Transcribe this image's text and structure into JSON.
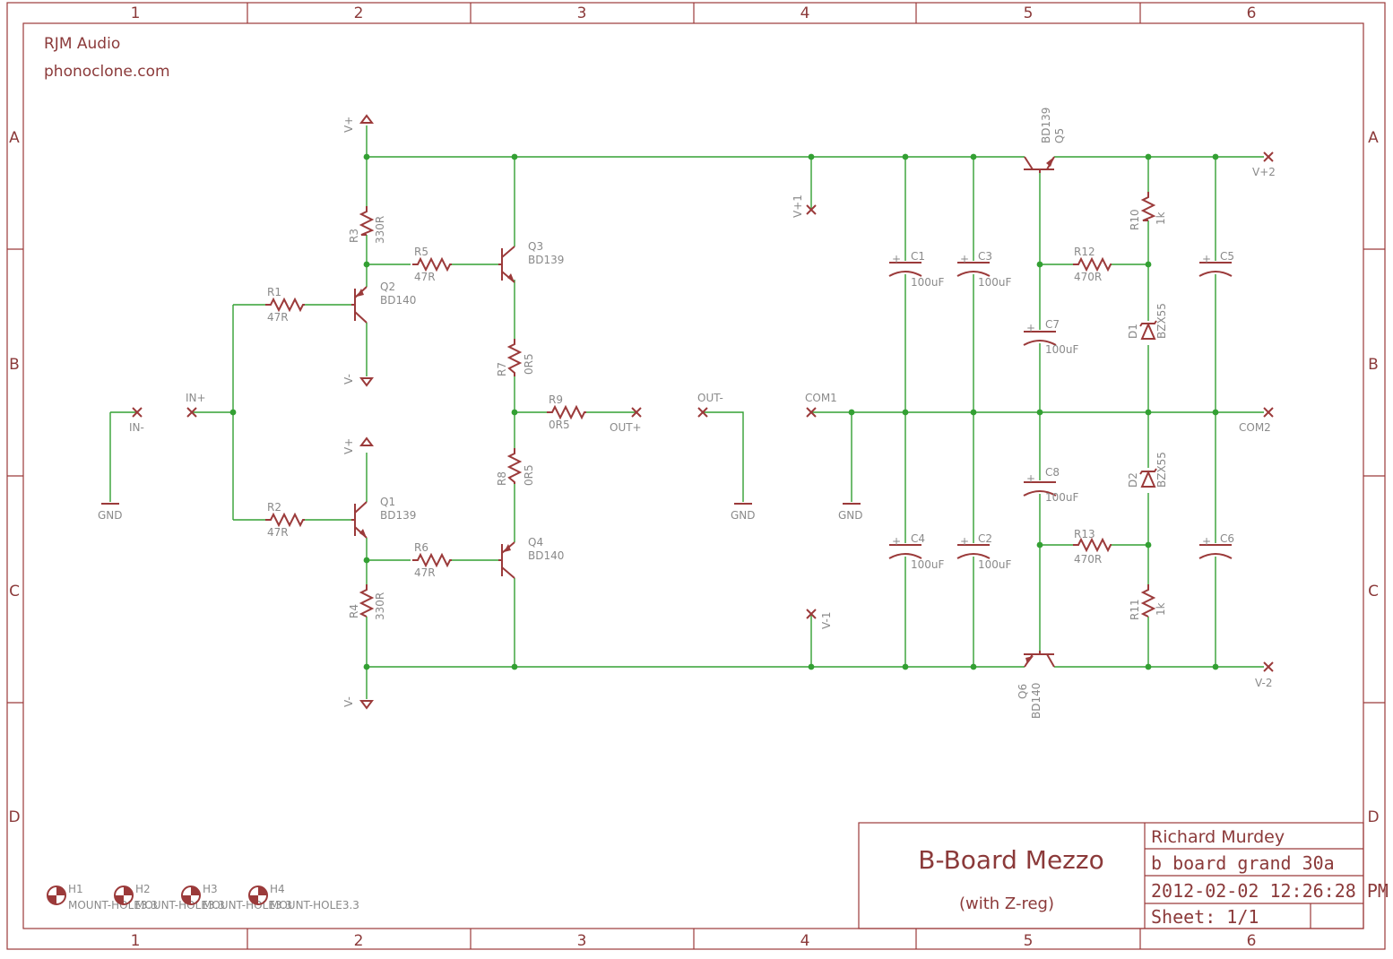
{
  "header": {
    "company": "RJM Audio",
    "website": "phonoclone.com"
  },
  "frame": {
    "columns": [
      "1",
      "2",
      "3",
      "4",
      "5",
      "6"
    ],
    "rows": [
      "A",
      "B",
      "C",
      "D"
    ]
  },
  "title_block": {
    "title": "B-Board Mezzo",
    "subtitle": "(with Z-reg)",
    "author": "Richard Murdey",
    "filename": "b board grand 30a",
    "date": "2012-02-02 12:26:28 PM",
    "sheet": "Sheet: 1/1"
  },
  "resistors": [
    {
      "name": "R1",
      "value": "47R"
    },
    {
      "name": "R2",
      "value": "47R"
    },
    {
      "name": "R3",
      "value": "330R"
    },
    {
      "name": "R4",
      "value": "330R"
    },
    {
      "name": "R5",
      "value": "47R"
    },
    {
      "name": "R6",
      "value": "47R"
    },
    {
      "name": "R7",
      "value": "0R5"
    },
    {
      "name": "R8",
      "value": "0R5"
    },
    {
      "name": "R9",
      "value": "0R5"
    },
    {
      "name": "R10",
      "value": "1k"
    },
    {
      "name": "R11",
      "value": "1k"
    },
    {
      "name": "R12",
      "value": "470R"
    },
    {
      "name": "R13",
      "value": "470R"
    }
  ],
  "transistors": [
    {
      "name": "Q1",
      "value": "BD139"
    },
    {
      "name": "Q2",
      "value": "BD140"
    },
    {
      "name": "Q3",
      "value": "BD139"
    },
    {
      "name": "Q4",
      "value": "BD140"
    },
    {
      "name": "Q5",
      "value": "BD139"
    },
    {
      "name": "Q6",
      "value": "BD140"
    }
  ],
  "capacitors": [
    {
      "name": "C1",
      "value": "100uF"
    },
    {
      "name": "C2",
      "value": "100uF"
    },
    {
      "name": "C3",
      "value": "100uF"
    },
    {
      "name": "C4",
      "value": "100uF"
    },
    {
      "name": "C5",
      "value": ""
    },
    {
      "name": "C6",
      "value": ""
    },
    {
      "name": "C7",
      "value": "100uF"
    },
    {
      "name": "C8",
      "value": "100uF"
    }
  ],
  "diodes": [
    {
      "name": "D1",
      "value": "BZX55"
    },
    {
      "name": "D2",
      "value": "BZX55"
    }
  ],
  "pins": {
    "in_minus": "IN-",
    "in_plus": "IN+",
    "out_plus": "OUT+",
    "out_minus": "OUT-",
    "com1": "COM1",
    "com2": "COM2",
    "v_plus1": "V+1",
    "v_minus1": "V-1",
    "v_plus2": "V+2",
    "v_minus2": "V-2"
  },
  "supplies": {
    "v_plus": "V+",
    "v_minus": "V-",
    "gnd": "GND"
  },
  "mount_holes": [
    {
      "name": "H1",
      "label": "MOUNT-HOLE3.3"
    },
    {
      "name": "H2",
      "label": "MOUNT-HOLE3.3"
    },
    {
      "name": "H3",
      "label": "MOUNT-HOLE3.3"
    },
    {
      "name": "H4",
      "label": "MOUNT-HOLE3.3"
    }
  ],
  "colors": {
    "wire": "#33a033",
    "part": "#9b3a3a",
    "label": "#8a8a8a",
    "frame": "#8b3a3a"
  }
}
